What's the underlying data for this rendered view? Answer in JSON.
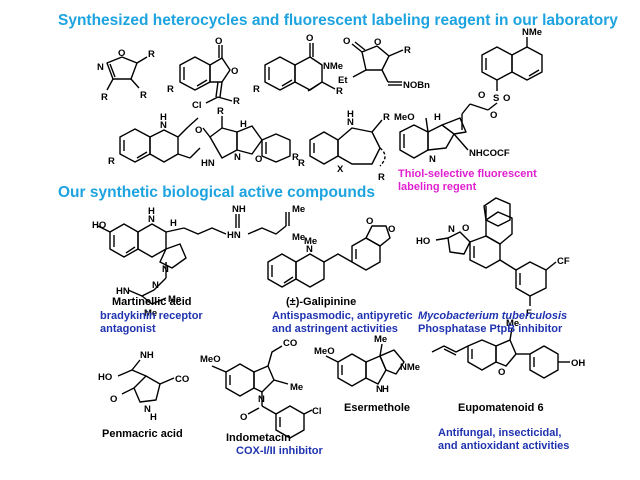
{
  "headings": {
    "synthesized": "Synthesized heterocycles and fluorescent labeling reagent in our laboratory",
    "bioactive": "Our synthetic biological active compounds"
  },
  "thiol_reagent": {
    "line1": "Thiol-selective fluorescent",
    "line2": "labeling regent"
  },
  "compounds": [
    {
      "name": "Martinellic acid",
      "activity": [
        "bradykinin receptor",
        "antagonist"
      ]
    },
    {
      "name": "(±)-Galipinine",
      "activity": [
        "Antispasmodic, antipyretic",
        "and astringent activities"
      ]
    },
    {
      "name": "",
      "activity_italic": "Mycobacterium tuberculosis",
      "activity": [
        "Phosphatase PtpB inhibitor"
      ]
    },
    {
      "name": "Penmacric acid",
      "activity": []
    },
    {
      "name": "Indometacin",
      "activity": [
        "COX-I/II inhibitor"
      ]
    },
    {
      "name": "Esermethole",
      "activity": []
    },
    {
      "name": "Eupomatenoid 6",
      "activity": [
        "Antifungal, insecticidal,",
        "and antioxidant activities"
      ]
    }
  ],
  "atom_labels": {
    "iso_N": "N",
    "iso_O": "O",
    "iso_R2": "R",
    "iso_R1": "R",
    "iso_R3": "R",
    "phth_O": "O",
    "phth_Ol": "O",
    "phth_Cl": "Cl",
    "phth_R1": "R",
    "phth_R2": "R",
    "isoq_O": "O",
    "isoq_NMe": "NMe",
    "isoq_R1": "R",
    "isoq_R2": "R",
    "lact_O": "O",
    "lact_Or": "O",
    "lact_R": "R",
    "lact_Et": "Et",
    "lact_NOBn": "NOBn",
    "dans_NMe2": "NMe",
    "dans_S": "S",
    "dans_O1": "O",
    "dans_O2": "O",
    "dans_O3": "O",
    "reag_MeO": "MeO",
    "reag_H": "H",
    "reag_N": "N",
    "reag_NH": "NHCOCF",
    "thq_N": "N",
    "thq_H": "H",
    "thq_R": "R",
    "tri_O": "O",
    "tri_R": "R",
    "tri_HN": "HN",
    "tri_N": "N",
    "tri_H": "H",
    "tri_O2": "O",
    "tri_R2": "R",
    "bzd_N": "N",
    "bzd_H": "H",
    "bzd_R1": "R",
    "bzd_R": "R",
    "bzd_X": "X",
    "bzd_R3": "R",
    "mar_HO2C": "HO",
    "mar_N": "N",
    "mar_H": "H",
    "mar_NH1": "H",
    "mar_N2": "N",
    "mar_HN": "HN",
    "mar_NH": "NH",
    "mar_Me1": "Me",
    "mar_Me2": "Me",
    "mar_Me3": "Me",
    "mar_Me4": "Me",
    "mar_HNb": "HN",
    "mar_N3": "N",
    "gal_N": "N",
    "gal_Me": "Me",
    "gal_O1": "O",
    "gal_O2": "O",
    "myc_HO2C": "HO",
    "myc_O": "O",
    "myc_N": "N",
    "myc_CF3": "CF",
    "myc_F": "F",
    "pen_HO2C": "HO",
    "pen_NH2": "NH",
    "pen_O": "O",
    "pen_NH": "N",
    "pen_H": "H",
    "pen_CO2H": "CO",
    "ind_MeO": "MeO",
    "ind_CO2H": "CO",
    "ind_Me": "Me",
    "ind_N": "N",
    "ind_O": "O",
    "ind_Cl": "Cl",
    "ese_MeO": "MeO",
    "ese_Me": "Me",
    "ese_NMe": "NMe",
    "ese_N": "N",
    "ese_H": "H",
    "eup_O": "O",
    "eup_Me": "Me",
    "eup_OH": "OH"
  }
}
